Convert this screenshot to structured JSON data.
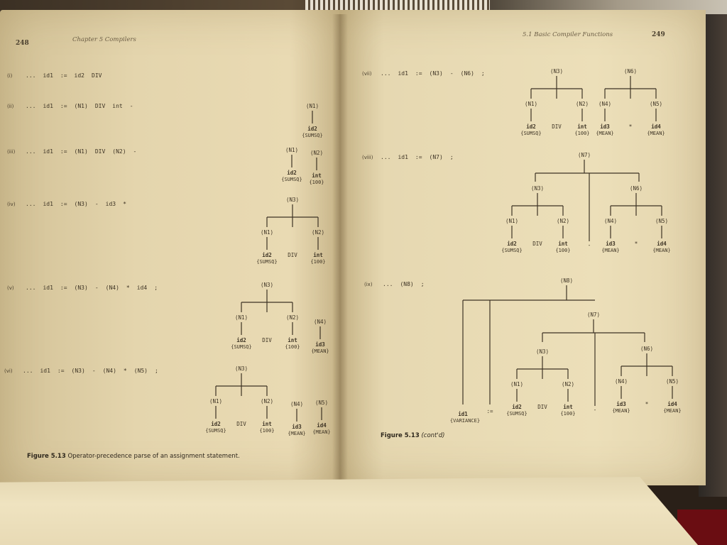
{
  "left_page": {
    "page_number": "248",
    "running_head": "Chapter 5  Compilers",
    "caption_label": "Figure 5.13",
    "caption_text": "Operator-precedence parse of an assignment statement."
  },
  "right_page": {
    "page_number": "249",
    "running_head": "5.1  Basic Compiler Functions",
    "caption_label": "Figure 5.13",
    "caption_text": "(cont'd)"
  },
  "steps": [
    {
      "label": "(i)",
      "tokens": [
        "...",
        "id1",
        ":=",
        "id2",
        "DIV"
      ]
    },
    {
      "label": "(ii)",
      "tokens": [
        "...",
        "id1",
        ":=",
        "(N1)",
        "DIV",
        "int",
        "-"
      ]
    },
    {
      "label": "(iii)",
      "tokens": [
        "...",
        "id1",
        ":=",
        "(N1)",
        "DIV",
        "(N2)",
        "-"
      ]
    },
    {
      "label": "(iv)",
      "tokens": [
        "...",
        "id1",
        ":=",
        "(N3)",
        "-",
        "id3",
        "*"
      ]
    },
    {
      "label": "(v)",
      "tokens": [
        "...",
        "id1",
        ":=",
        "(N3)",
        "-",
        "(N4)",
        "*",
        "id4",
        ";"
      ]
    },
    {
      "label": "(vi)",
      "tokens": [
        "...",
        "id1",
        ":=",
        "(N3)",
        "-",
        "(N4)",
        "*",
        "(N5)",
        ";"
      ]
    },
    {
      "label": "(vii)",
      "tokens": [
        "...",
        "id1",
        ":=",
        "(N3)",
        "-",
        "(N6)",
        ";"
      ]
    },
    {
      "label": "(viii)",
      "tokens": [
        "...",
        "id1",
        ":=",
        "(N7)",
        ";"
      ]
    },
    {
      "label": "(ix)",
      "tokens": [
        "...",
        "(N8)",
        ";"
      ]
    }
  ],
  "tree_text": {
    "N1": "(N1)",
    "N2": "(N2)",
    "N3": "(N3)",
    "N4": "(N4)",
    "N5": "(N5)",
    "N6": "(N6)",
    "N7": "(N7)",
    "N8": "(N8)",
    "id1": "id1",
    "id2": "id2",
    "id3": "id3",
    "id4": "id4",
    "int": "int",
    "div": "DIV",
    "minus": "-",
    "times": "*",
    "assign": ":=",
    "sumsq": "{SUMSQ}",
    "c100": "{100}",
    "mean": "{MEAN}",
    "variance": "{VARIANCE}"
  },
  "colors": {
    "page": "#e9dab3",
    "ink": "#3d3324"
  }
}
